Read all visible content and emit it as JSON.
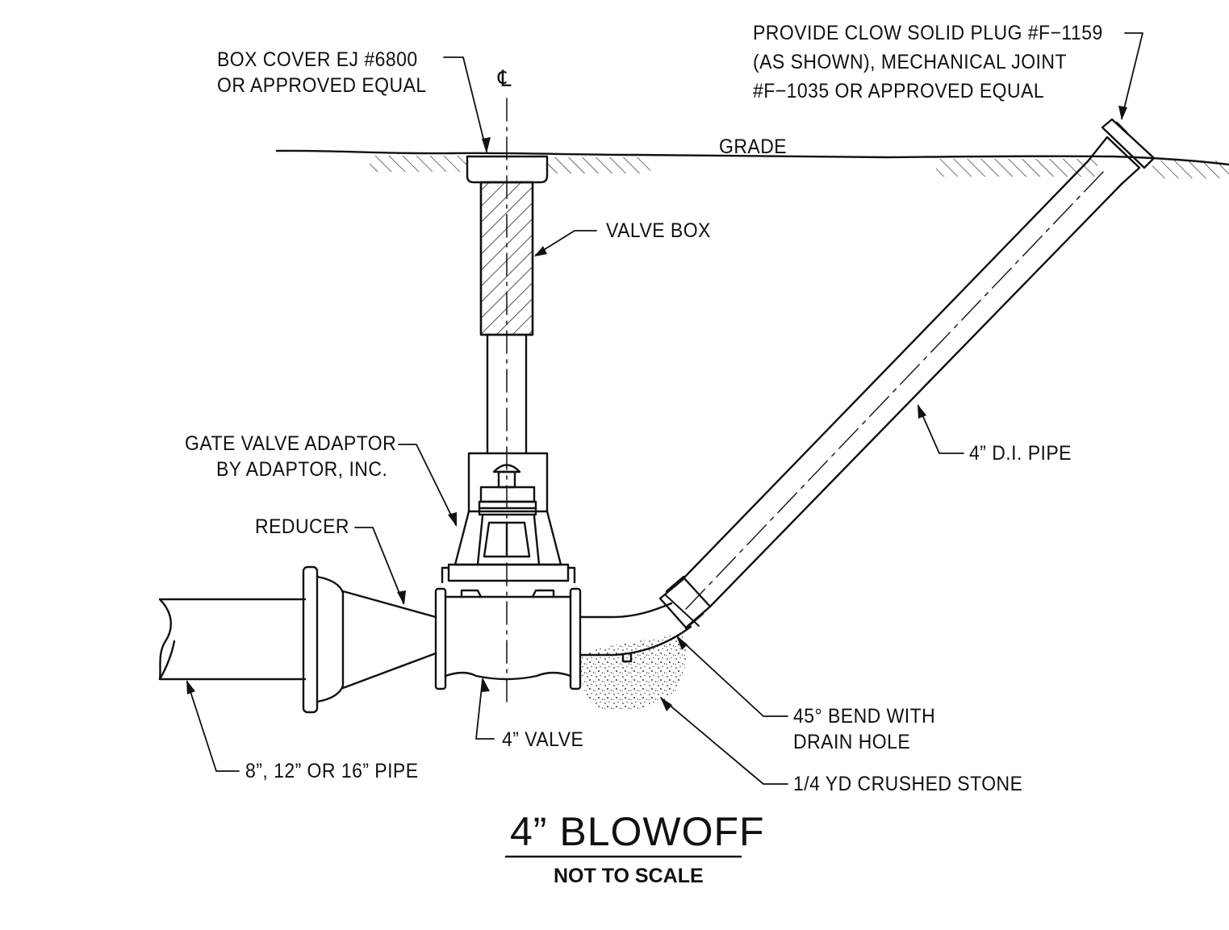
{
  "title": "4” BLOWOFF",
  "subtitle": "NOT TO SCALE",
  "centerline_symbol": "℄",
  "labels": {
    "box_cover": [
      "BOX COVER EJ #6800",
      "OR APPROVED EQUAL"
    ],
    "plug": [
      "PROVIDE CLOW SOLID PLUG #F−1159",
      "(AS SHOWN), MECHANICAL JOINT",
      "#F−1035 OR APPROVED EQUAL"
    ],
    "grade": "GRADE",
    "valve_box": "VALVE BOX",
    "di_pipe": "4” D.I. PIPE",
    "gate_valve_adaptor": [
      "GATE VALVE ADAPTOR",
      "BY ADAPTOR, INC."
    ],
    "reducer": "REDUCER",
    "valve": "4” VALVE",
    "main_pipe": "8”, 12” OR 16” PIPE",
    "bend": [
      "45° BEND WITH",
      "DRAIN HOLE"
    ],
    "stone": "1/4 YD CRUSHED STONE"
  }
}
